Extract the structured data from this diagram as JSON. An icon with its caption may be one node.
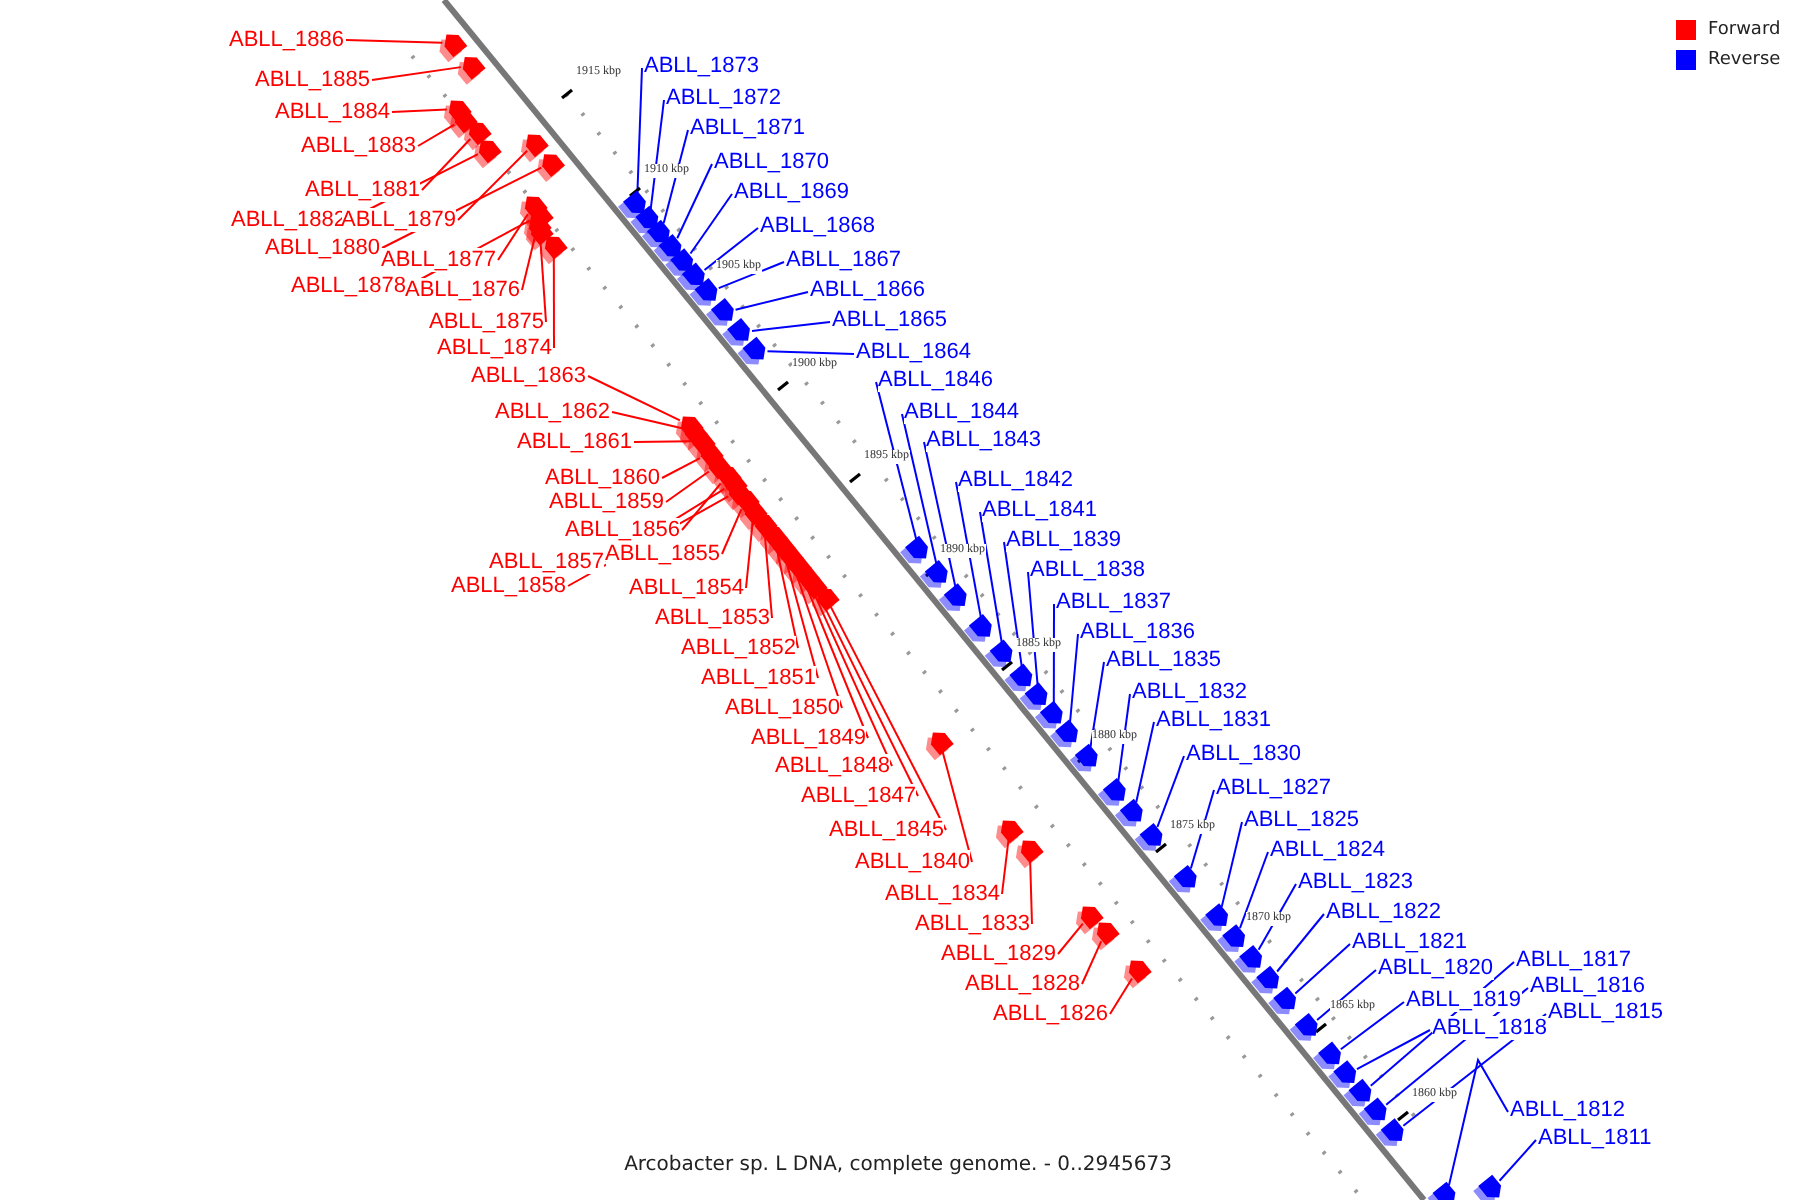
{
  "diagram": {
    "caption": "Arcobacter sp. L DNA, complete genome. - 0..2945673",
    "nodes": [
      {
        "text": [
          "ABLL_1886"
        ]
      },
      {
        "text": [
          "ABLL_1885"
        ]
      },
      {
        "text": [
          "ABLL_1884"
        ]
      },
      {
        "text": [
          "ABLL_1883"
        ]
      },
      {
        "text": [
          "ABLL_1881"
        ]
      },
      {
        "text": [
          "ABLL_1882"
        ]
      },
      {
        "text": [
          "ABLL_1879"
        ]
      },
      {
        "text": [
          "ABLL_1880"
        ]
      },
      {
        "text": [
          "ABLL_1877"
        ]
      },
      {
        "text": [
          "ABLL_1878"
        ]
      },
      {
        "text": [
          "ABLL_1876"
        ]
      },
      {
        "text": [
          "ABLL_1875"
        ]
      },
      {
        "text": [
          "ABLL_1874"
        ]
      },
      {
        "text": [
          "ABLL_1863"
        ]
      },
      {
        "text": [
          "ABLL_1862"
        ]
      },
      {
        "text": [
          "ABLL_1861"
        ]
      },
      {
        "text": [
          "ABLL_1860"
        ]
      },
      {
        "text": [
          "ABLL_1859"
        ]
      },
      {
        "text": [
          "ABLL_1856"
        ]
      },
      {
        "text": [
          "ABLL_1857"
        ]
      },
      {
        "text": [
          "ABLL_1858"
        ]
      },
      {
        "text": [
          "ABLL_1855"
        ]
      },
      {
        "text": [
          "ABLL_1854"
        ]
      },
      {
        "text": [
          "ABLL_1853"
        ]
      },
      {
        "text": [
          "ABLL_1852"
        ]
      },
      {
        "text": [
          "ABLL_1851"
        ]
      },
      {
        "text": [
          "ABLL_1850"
        ]
      },
      {
        "text": [
          "ABLL_1849"
        ]
      },
      {
        "text": [
          "ABLL_1848"
        ]
      },
      {
        "text": [
          "ABLL_1847"
        ]
      },
      {
        "text": [
          "ABLL_1845"
        ]
      },
      {
        "text": [
          "ABLL_1840"
        ]
      },
      {
        "text": [
          "ABLL_1834"
        ]
      },
      {
        "text": [
          "ABLL_1833"
        ]
      },
      {
        "text": [
          "ABLL_1829"
        ]
      },
      {
        "text": [
          "ABLL_1828"
        ]
      },
      {
        "text": [
          "ABLL_1826"
        ]
      },
      {
        "text": [
          "ABLL_1873"
        ]
      },
      {
        "text": [
          "ABLL_1872"
        ]
      },
      {
        "text": [
          "ABLL_1871"
        ]
      },
      {
        "text": [
          "ABLL_1870"
        ]
      },
      {
        "text": [
          "ABLL_1869"
        ]
      },
      {
        "text": [
          "ABLL_1868"
        ]
      },
      {
        "text": [
          "ABLL_1867"
        ]
      },
      {
        "text": [
          "ABLL_1866"
        ]
      },
      {
        "text": [
          "ABLL_1865"
        ]
      },
      {
        "text": [
          "ABLL_1864"
        ]
      },
      {
        "text": [
          "ABLL_1846"
        ]
      },
      {
        "text": [
          "ABLL_1844"
        ]
      },
      {
        "text": [
          "ABLL_1843"
        ]
      },
      {
        "text": [
          "ABLL_1842"
        ]
      },
      {
        "text": [
          "ABLL_1841"
        ]
      },
      {
        "text": [
          "ABLL_1839"
        ]
      },
      {
        "text": [
          "ABLL_1838"
        ]
      },
      {
        "text": [
          "ABLL_1837"
        ]
      },
      {
        "text": [
          "ABLL_1836"
        ]
      },
      {
        "text": [
          "ABLL_1835"
        ]
      },
      {
        "text": [
          "ABLL_1832"
        ]
      },
      {
        "text": [
          "ABLL_1831"
        ]
      },
      {
        "text": [
          "ABLL_1830"
        ]
      },
      {
        "text": [
          "ABLL_1827"
        ]
      },
      {
        "text": [
          "ABLL_1825"
        ]
      },
      {
        "text": [
          "ABLL_1824"
        ]
      },
      {
        "text": [
          "ABLL_1823"
        ]
      },
      {
        "text": [
          "ABLL_1822"
        ]
      },
      {
        "text": [
          "ABLL_1821"
        ]
      },
      {
        "text": [
          "ABLL_1820"
        ]
      },
      {
        "text": [
          "ABLL_1819"
        ]
      },
      {
        "text": [
          "ABLL_1818"
        ]
      },
      {
        "text": [
          "ABLL_1817"
        ]
      },
      {
        "text": [
          "ABLL_1816"
        ]
      },
      {
        "text": [
          "ABLL_1815"
        ]
      },
      {
        "text": [
          "ABLL_1812"
        ]
      },
      {
        "text": [
          "ABLL_1811"
        ]
      },
      {
        "text": [],
        "shape": "arrow"
      },
      {
        "text": [],
        "shape": "arrow"
      },
      {
        "text": [],
        "shape": "arrow"
      },
      {
        "text": [],
        "shape": "arrow"
      },
      {
        "text": [],
        "shape": "arrow"
      },
      {
        "text": [],
        "shape": "arrow"
      },
      {
        "text": [],
        "shape": "arrow"
      },
      {
        "text": [],
        "shape": "arrow"
      },
      {
        "text": [],
        "shape": "arrow"
      },
      {
        "text": [],
        "shape": "arrow"
      },
      {
        "text": [],
        "shape": "arrow"
      },
      {
        "text": [],
        "shape": "arrow"
      },
      {
        "text": [],
        "shape": "arrow"
      },
      {
        "text": [],
        "shape": "arrow"
      },
      {
        "text": [],
        "shape": "arrow"
      },
      {
        "text": [],
        "shape": "arrow"
      },
      {
        "text": [],
        "shape": "arrow"
      },
      {
        "text": [],
        "shape": "arrow"
      },
      {
        "text": [],
        "shape": "arrow"
      },
      {
        "text": [],
        "shape": "arrow"
      },
      {
        "text": [],
        "shape": "arrow"
      },
      {
        "text": [],
        "shape": "arrow"
      },
      {
        "text": [],
        "shape": "arrow"
      },
      {
        "text": [],
        "shape": "arrow"
      },
      {
        "text": [],
        "shape": "arrow"
      },
      {
        "text": [],
        "shape": "arrow"
      },
      {
        "text": [],
        "shape": "arrow"
      },
      {
        "text": [],
        "shape": "arrow"
      },
      {
        "text": [],
        "shape": "arrow"
      },
      {
        "text": [],
        "shape": "arrow"
      },
      {
        "text": [],
        "shape": "arrow"
      },
      {
        "text": [],
        "shape": "arrow"
      },
      {
        "text": [],
        "shape": "arrow"
      },
      {
        "text": [],
        "shape": "arrow"
      },
      {
        "text": [],
        "shape": "arrow"
      },
      {
        "text": [],
        "shape": "arrow"
      },
      {
        "text": [],
        "shape": "arrow"
      },
      {
        "text": [],
        "shape": "arrow"
      },
      {
        "text": [],
        "shape": "arrow"
      },
      {
        "text": [],
        "shape": "arrow"
      },
      {
        "text": [],
        "shape": "arrow"
      },
      {
        "text": [],
        "shape": "arrow"
      },
      {
        "text": [],
        "shape": "arrow"
      },
      {
        "text": [],
        "shape": "arrow"
      },
      {
        "text": [],
        "shape": "arrow"
      },
      {
        "text": [],
        "shape": "arrow"
      },
      {
        "text": [],
        "shape": "arrow"
      },
      {
        "text": [],
        "shape": "arrow"
      },
      {
        "text": [],
        "shape": "arrow"
      },
      {
        "text": [],
        "shape": "arrow"
      },
      {
        "text": [],
        "shape": "arrow"
      },
      {
        "text": [],
        "shape": "arrow"
      },
      {
        "text": [],
        "shape": "arrow"
      },
      {
        "text": [],
        "shape": "arrow"
      },
      {
        "text": [],
        "shape": "arrow"
      },
      {
        "text": [],
        "shape": "arrow"
      },
      {
        "text": [],
        "shape": "arrow"
      },
      {
        "text": [],
        "shape": "arrow"
      },
      {
        "text": [],
        "shape": "arrow"
      },
      {
        "text": [],
        "shape": "arrow"
      },
      {
        "text": [],
        "shape": "arrow"
      },
      {
        "text": [],
        "shape": "arrow"
      },
      {
        "text": [],
        "shape": "arrow"
      },
      {
        "text": [],
        "shape": "arrow"
      },
      {
        "text": [],
        "shape": "arrow"
      },
      {
        "text": [],
        "shape": "arrow"
      },
      {
        "text": [],
        "shape": "arrow"
      },
      {
        "text": [],
        "shape": "arrow"
      },
      {
        "text": [],
        "shape": "arrow"
      },
      {
        "text": [],
        "shape": "arrow"
      },
      {
        "text": [],
        "shape": "arrow"
      },
      {
        "text": [],
        "shape": "arrow"
      },
      {
        "text": [],
        "shape": "arrow"
      },
      {
        "text": [],
        "shape": "arrow"
      }
    ],
    "edges": [
      {
        "from": 0,
        "to": 74,
        "arrow": "none",
        "color": "#ff0000"
      },
      {
        "from": 1,
        "to": 75,
        "arrow": "none",
        "color": "#ff0000"
      },
      {
        "from": 2,
        "to": 76,
        "arrow": "none",
        "color": "#ff0000"
      },
      {
        "from": 3,
        "to": 77,
        "arrow": "none",
        "color": "#ff0000"
      },
      {
        "from": 4,
        "to": 78,
        "arrow": "none",
        "color": "#ff0000"
      },
      {
        "from": 5,
        "to": 79,
        "arrow": "none",
        "color": "#ff0000"
      },
      {
        "from": 6,
        "to": 80,
        "arrow": "none",
        "color": "#ff0000"
      },
      {
        "from": 7,
        "to": 81,
        "arrow": "none",
        "color": "#ff0000"
      },
      {
        "from": 8,
        "to": 82,
        "arrow": "none",
        "color": "#ff0000"
      },
      {
        "from": 9,
        "to": 83,
        "arrow": "none",
        "color": "#ff0000"
      },
      {
        "from": 10,
        "to": 84,
        "arrow": "none",
        "color": "#ff0000"
      },
      {
        "from": 11,
        "to": 85,
        "arrow": "none",
        "color": "#ff0000"
      },
      {
        "from": 12,
        "to": 86,
        "arrow": "none",
        "color": "#ff0000"
      },
      {
        "from": 13,
        "to": 87,
        "arrow": "none",
        "color": "#ff0000"
      },
      {
        "from": 14,
        "to": 88,
        "arrow": "none",
        "color": "#ff0000"
      },
      {
        "from": 15,
        "to": 89,
        "arrow": "none",
        "color": "#ff0000"
      },
      {
        "from": 16,
        "to": 90,
        "arrow": "none",
        "color": "#ff0000"
      },
      {
        "from": 17,
        "to": 91,
        "arrow": "none",
        "color": "#ff0000"
      },
      {
        "from": 18,
        "to": 92,
        "arrow": "none",
        "color": "#ff0000"
      },
      {
        "from": 19,
        "to": 93,
        "arrow": "none",
        "color": "#ff0000"
      },
      {
        "from": 20,
        "to": 94,
        "arrow": "none",
        "color": "#ff0000"
      },
      {
        "from": 21,
        "to": 95,
        "arrow": "none",
        "color": "#ff0000"
      },
      {
        "from": 22,
        "to": 96,
        "arrow": "none",
        "color": "#ff0000"
      },
      {
        "from": 23,
        "to": 97,
        "arrow": "none",
        "color": "#ff0000"
      },
      {
        "from": 24,
        "to": 98,
        "arrow": "none",
        "color": "#ff0000"
      },
      {
        "from": 25,
        "to": 99,
        "arrow": "none",
        "color": "#ff0000"
      },
      {
        "from": 26,
        "to": 100,
        "arrow": "none",
        "color": "#ff0000"
      },
      {
        "from": 27,
        "to": 101,
        "arrow": "none",
        "color": "#ff0000"
      },
      {
        "from": 28,
        "to": 102,
        "arrow": "none",
        "color": "#ff0000"
      },
      {
        "from": 29,
        "to": 103,
        "arrow": "none",
        "color": "#ff0000"
      },
      {
        "from": 30,
        "to": 104,
        "arrow": "none",
        "color": "#ff0000"
      },
      {
        "from": 31,
        "to": 105,
        "arrow": "none",
        "color": "#ff0000"
      },
      {
        "from": 32,
        "to": 106,
        "arrow": "none",
        "color": "#ff0000"
      },
      {
        "from": 33,
        "to": 107,
        "arrow": "none",
        "color": "#ff0000"
      },
      {
        "from": 34,
        "to": 108,
        "arrow": "none",
        "color": "#ff0000"
      },
      {
        "from": 35,
        "to": 109,
        "arrow": "none",
        "color": "#ff0000"
      },
      {
        "from": 36,
        "to": 110,
        "arrow": "none",
        "color": "#ff0000"
      },
      {
        "from": 37,
        "to": 111,
        "arrow": "none",
        "color": "#0000ff"
      },
      {
        "from": 38,
        "to": 112,
        "arrow": "none",
        "color": "#0000ff"
      },
      {
        "from": 39,
        "to": 113,
        "arrow": "none",
        "color": "#0000ff"
      },
      {
        "from": 40,
        "to": 114,
        "arrow": "none",
        "color": "#0000ff"
      },
      {
        "from": 41,
        "to": 115,
        "arrow": "none",
        "color": "#0000ff"
      },
      {
        "from": 42,
        "to": 116,
        "arrow": "none",
        "color": "#0000ff"
      },
      {
        "from": 43,
        "to": 117,
        "arrow": "none",
        "color": "#0000ff"
      },
      {
        "from": 44,
        "to": 118,
        "arrow": "none",
        "color": "#0000ff"
      },
      {
        "from": 45,
        "to": 119,
        "arrow": "none",
        "color": "#0000ff"
      },
      {
        "from": 46,
        "to": 120,
        "arrow": "none",
        "color": "#0000ff"
      },
      {
        "from": 47,
        "to": 121,
        "arrow": "none",
        "color": "#0000ff"
      },
      {
        "from": 48,
        "to": 122,
        "arrow": "none",
        "color": "#0000ff"
      },
      {
        "from": 49,
        "to": 123,
        "arrow": "none",
        "color": "#0000ff"
      },
      {
        "from": 50,
        "to": 124,
        "arrow": "none",
        "color": "#0000ff"
      },
      {
        "from": 51,
        "to": 125,
        "arrow": "none",
        "color": "#0000ff"
      },
      {
        "from": 52,
        "to": 126,
        "arrow": "none",
        "color": "#0000ff"
      },
      {
        "from": 53,
        "to": 127,
        "arrow": "none",
        "color": "#0000ff"
      },
      {
        "from": 54,
        "to": 128,
        "arrow": "none",
        "color": "#0000ff"
      },
      {
        "from": 55,
        "to": 129,
        "arrow": "none",
        "color": "#0000ff"
      },
      {
        "from": 56,
        "to": 130,
        "arrow": "none",
        "color": "#0000ff"
      },
      {
        "from": 57,
        "to": 131,
        "arrow": "none",
        "color": "#0000ff"
      },
      {
        "from": 58,
        "to": 132,
        "arrow": "none",
        "color": "#0000ff"
      },
      {
        "from": 59,
        "to": 133,
        "arrow": "none",
        "color": "#0000ff"
      },
      {
        "from": 60,
        "to": 134,
        "arrow": "none",
        "color": "#0000ff"
      },
      {
        "from": 61,
        "to": 135,
        "arrow": "none",
        "color": "#0000ff"
      },
      {
        "from": 62,
        "to": 136,
        "arrow": "none",
        "color": "#0000ff"
      },
      {
        "from": 63,
        "to": 137,
        "arrow": "none",
        "color": "#0000ff"
      },
      {
        "from": 64,
        "to": 138,
        "arrow": "none",
        "color": "#0000ff"
      },
      {
        "from": 65,
        "to": 139,
        "arrow": "none",
        "color": "#0000ff"
      },
      {
        "from": 66,
        "to": 140,
        "arrow": "none",
        "color": "#0000ff"
      },
      {
        "from": 67,
        "to": 141,
        "arrow": "none",
        "color": "#0000ff"
      },
      {
        "from": 68,
        "to": 142,
        "arrow": "none",
        "color": "#0000ff"
      },
      {
        "from": 69,
        "to": 143,
        "arrow": "none",
        "color": "#0000ff"
      },
      {
        "from": 70,
        "to": 144,
        "arrow": "none",
        "color": "#0000ff"
      },
      {
        "from": 71,
        "to": 145,
        "arrow": "none",
        "color": "#0000ff"
      },
      {
        "from": 72,
        "to": 146,
        "arrow": "none",
        "color": "#0000ff"
      },
      {
        "from": 73,
        "to": 147,
        "arrow": "none",
        "color": "#0000ff"
      }
    ],
    "labels": [
      "1915 kbp",
      "1910 kbp",
      "1905 kbp",
      "1900 kbp",
      "1895 kbp",
      "1890 kbp",
      "1885 kbp",
      "1880 kbp",
      "1875 kbp",
      "1870 kbp",
      "1865 kbp",
      "1860 kbp"
    ],
    "legend": [
      {
        "text": "Forward",
        "color": "#ff0000"
      },
      {
        "text": "Reverse",
        "color": "#0000ff"
      }
    ]
  }
}
